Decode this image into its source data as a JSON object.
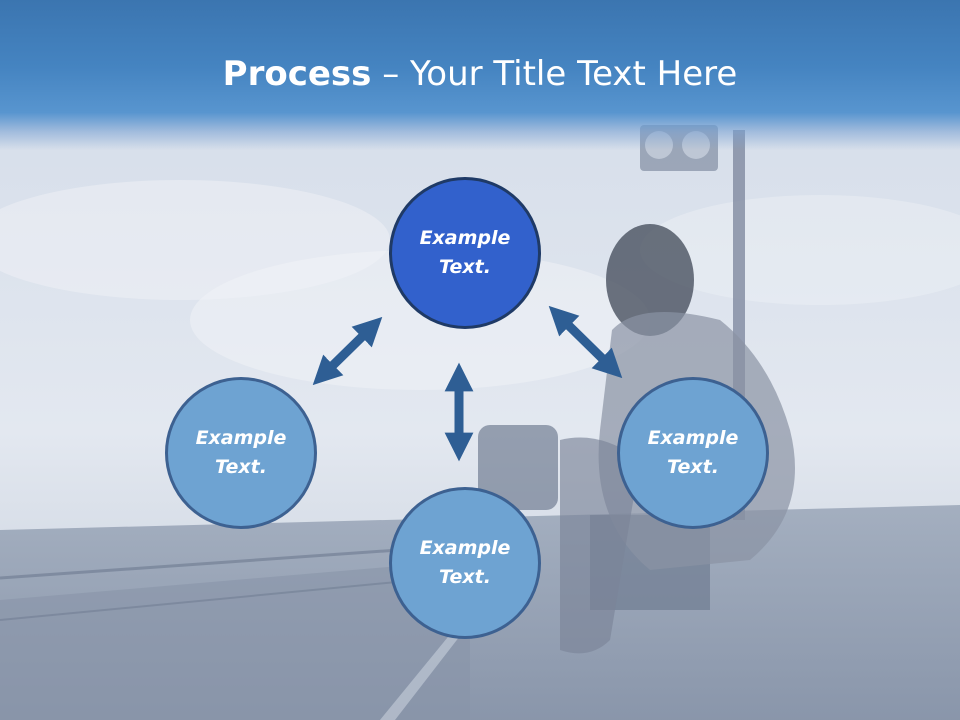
{
  "slide": {
    "title_bold": "Process",
    "title_dash": " – ",
    "title_rest": "Your Title Text Here"
  },
  "diagram": {
    "nodes": [
      {
        "id": "top",
        "label": "Example\nText."
      },
      {
        "id": "left",
        "label": "Example\nText."
      },
      {
        "id": "right",
        "label": "Example\nText."
      },
      {
        "id": "bottom",
        "label": "Example\nText."
      }
    ]
  },
  "colors": {
    "header": "#4584c1",
    "primary_node": "#3261cc",
    "secondary_node": "#6ea3d2",
    "arrow": "#2e5e94"
  }
}
